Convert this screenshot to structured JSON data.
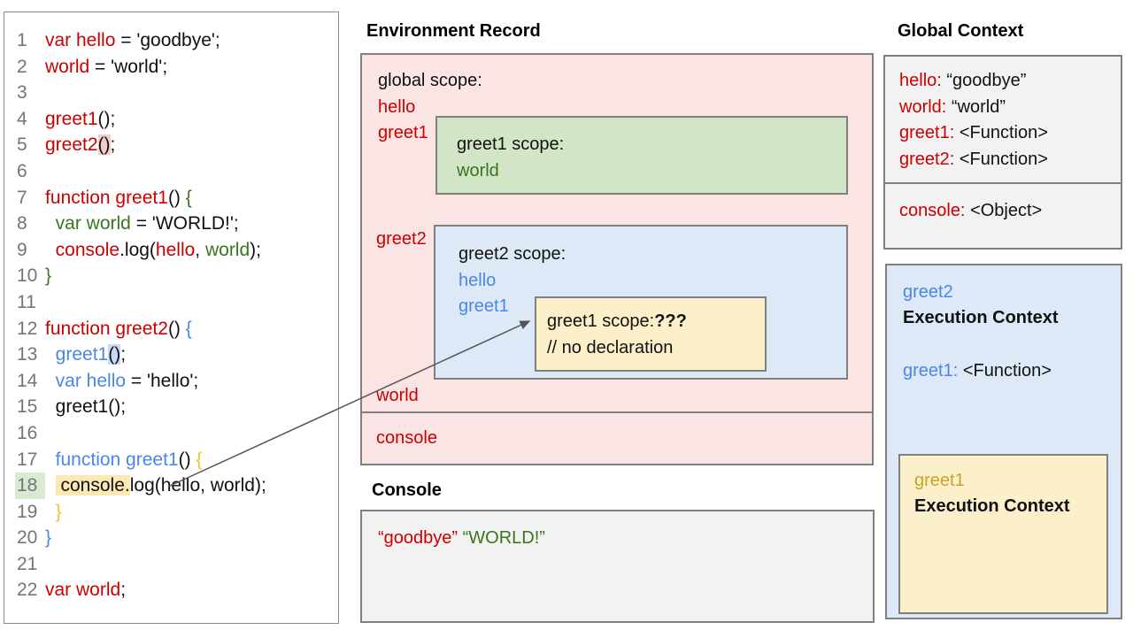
{
  "colors": {
    "code_red": "#CC0000",
    "code_green": "#38761D",
    "code_blue": "#4A86E8",
    "code_gold": "#F1C232",
    "exec_gold": "#C9A227",
    "pink_bg": "#FAE4E4",
    "green_bg": "#D2E5C6",
    "blue_bg": "#DEE9F8",
    "yellow_bg": "#FCF0CB",
    "gray_bg": "#F2F2F2",
    "highlight_pink": "#F4CCCC",
    "highlight_blue": "#C9DAF8",
    "highlight_yellow": "#FCE8B2",
    "highlight_green": "#D9EAD3"
  },
  "code_panel": {
    "lines": [
      {
        "num": "1",
        "segments": [
          {
            "t": "var hello",
            "c": "red"
          },
          {
            "t": " = 'goodbye';",
            "c": "black"
          }
        ]
      },
      {
        "num": "2",
        "segments": [
          {
            "t": "world",
            "c": "red"
          },
          {
            "t": " = 'world';",
            "c": "black"
          }
        ]
      },
      {
        "num": "3",
        "segments": []
      },
      {
        "num": "4",
        "segments": [
          {
            "t": "greet1",
            "c": "red"
          },
          {
            "t": "();",
            "c": "black"
          }
        ]
      },
      {
        "num": "5",
        "segments": [
          {
            "t": "greet2",
            "c": "red"
          },
          {
            "t": "()",
            "c": "black hl-pink"
          },
          {
            "t": ";",
            "c": "black"
          }
        ]
      },
      {
        "num": "6",
        "segments": []
      },
      {
        "num": "7",
        "segments": [
          {
            "t": "function greet1",
            "c": "red"
          },
          {
            "t": "() ",
            "c": "black"
          },
          {
            "t": "{",
            "c": "green"
          }
        ]
      },
      {
        "num": "8",
        "segments": [
          {
            "t": "  ",
            "c": "black"
          },
          {
            "t": "var world",
            "c": "green"
          },
          {
            "t": " = 'WORLD!';",
            "c": "black"
          }
        ]
      },
      {
        "num": "9",
        "segments": [
          {
            "t": "  ",
            "c": "black"
          },
          {
            "t": "console",
            "c": "red"
          },
          {
            "t": ".log(",
            "c": "black"
          },
          {
            "t": "hello",
            "c": "red"
          },
          {
            "t": ", ",
            "c": "black"
          },
          {
            "t": "world",
            "c": "green"
          },
          {
            "t": ");",
            "c": "black"
          }
        ]
      },
      {
        "num": "10",
        "segments": [
          {
            "t": "}",
            "c": "green"
          }
        ]
      },
      {
        "num": "11",
        "segments": []
      },
      {
        "num": "12",
        "segments": [
          {
            "t": "function greet2",
            "c": "red"
          },
          {
            "t": "() ",
            "c": "black"
          },
          {
            "t": "{",
            "c": "blue"
          }
        ]
      },
      {
        "num": "13",
        "segments": [
          {
            "t": "  ",
            "c": "black"
          },
          {
            "t": "greet1",
            "c": "blue"
          },
          {
            "t": "()",
            "c": "black hl-blue"
          },
          {
            "t": ";",
            "c": "black"
          }
        ]
      },
      {
        "num": "14",
        "segments": [
          {
            "t": "  ",
            "c": "black"
          },
          {
            "t": "var hello",
            "c": "blue"
          },
          {
            "t": " = 'hello';",
            "c": "black"
          }
        ]
      },
      {
        "num": "15",
        "segments": [
          {
            "t": "  ",
            "c": "black"
          },
          {
            "t": "greet1();",
            "c": "black"
          }
        ]
      },
      {
        "num": "16",
        "segments": []
      },
      {
        "num": "17",
        "segments": [
          {
            "t": "  ",
            "c": "black"
          },
          {
            "t": "function greet1",
            "c": "blue"
          },
          {
            "t": "() ",
            "c": "black"
          },
          {
            "t": "{",
            "c": "gold"
          }
        ]
      },
      {
        "num": "18",
        "hl": true,
        "segments": [
          {
            "t": "  ",
            "c": "black"
          },
          {
            "t": " console.",
            "c": "black hl-yellow"
          },
          {
            "t": "log(hello, world);",
            "c": "black"
          }
        ]
      },
      {
        "num": "19",
        "segments": [
          {
            "t": "  ",
            "c": "black"
          },
          {
            "t": "}",
            "c": "gold"
          }
        ]
      },
      {
        "num": "20",
        "segments": [
          {
            "t": "}",
            "c": "blue"
          }
        ]
      },
      {
        "num": "21",
        "segments": []
      },
      {
        "num": "22",
        "segments": [
          {
            "t": "var world",
            "c": "red"
          },
          {
            "t": ";",
            "c": "black"
          }
        ]
      }
    ]
  },
  "env_record": {
    "title": "Environment Record",
    "global_label": "global scope:",
    "hello": "hello",
    "greet1": "greet1",
    "greet2": "greet2",
    "world": "world",
    "console": "console",
    "greet1_scope": {
      "label": "greet1 scope:",
      "world": "world"
    },
    "greet2_scope": {
      "label": "greet2 scope:",
      "hello": "hello",
      "greet1": "greet1",
      "greet1_scope": {
        "label": "greet1 scope:",
        "unknown": "???",
        "comment": "// no declaration"
      }
    }
  },
  "console_panel": {
    "title": "Console",
    "out_goodbye": "“goodbye”",
    "out_world": "“WORLD!”"
  },
  "global_context": {
    "title": "Global Context",
    "rows": [
      {
        "key": "hello:",
        "value": "“goodbye”"
      },
      {
        "key": "world:",
        "value": "“world”"
      },
      {
        "key": "greet1:",
        "value": "<Function>"
      },
      {
        "key": "greet2:",
        "value": "<Function>"
      }
    ],
    "console_row": {
      "key": "console:",
      "value": "<Object>"
    }
  },
  "greet2_context": {
    "name": "greet2",
    "label": "Execution Context",
    "row": {
      "key": "greet1:",
      "value": "<Function>"
    },
    "greet1_context": {
      "name": "greet1",
      "label": "Execution Context"
    }
  }
}
